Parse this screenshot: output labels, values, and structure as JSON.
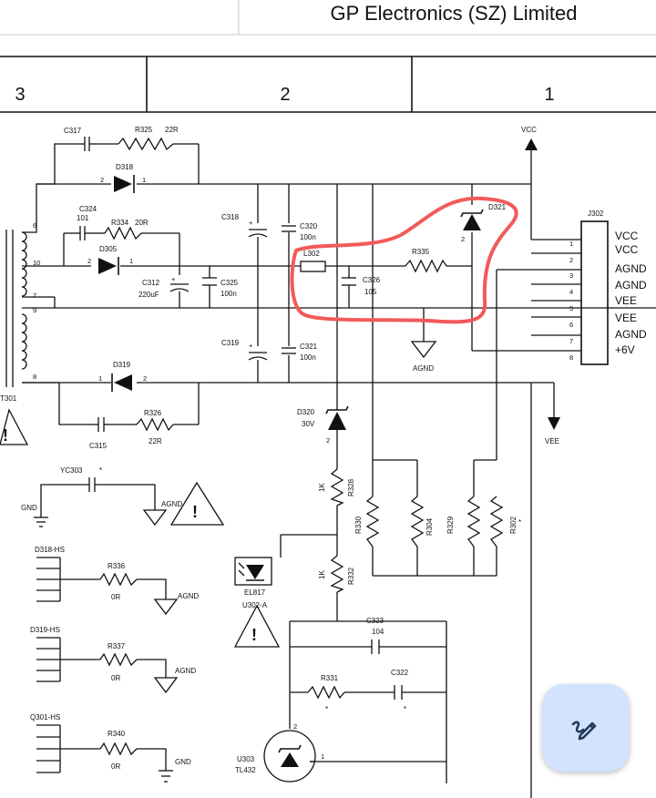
{
  "title_block": {
    "company": "GP Electronics (SZ) Limited"
  },
  "zones": [
    "3",
    "2",
    "1"
  ],
  "connector": {
    "ref": "J302",
    "pins": [
      "1",
      "2",
      "3",
      "4",
      "5",
      "6",
      "7",
      "8"
    ],
    "signals": [
      "VCC",
      "VCC",
      "AGND",
      "AGND",
      "VEE",
      "VEE",
      "AGND",
      "+6V"
    ]
  },
  "nets": {
    "vcc": "VCC",
    "vee": "VEE",
    "agnd": "AGND",
    "gnd": "GND"
  },
  "refs": {
    "c317": "C317",
    "r325": "R325",
    "r325v": "22R",
    "d318": "D318",
    "c324": "C324",
    "c324v": "101",
    "r334": "R334",
    "r334v": "20R",
    "d305": "D305",
    "c312": "C312",
    "c312v": "220uF",
    "c325": "C325",
    "c325v": "100n",
    "c318": "C318",
    "c320": "C320",
    "c320v": "100n",
    "l302": "L302",
    "c326": "C326",
    "c326v": "105",
    "r335": "R335",
    "d321": "D321",
    "c319": "C319",
    "c321": "C321",
    "c321v": "100n",
    "d319": "D319",
    "c315": "C315",
    "r326": "R326",
    "r326v": "22R",
    "d320": "D320",
    "d320v": "30V",
    "r328": "R328",
    "r328v": "1K",
    "r332": "R332",
    "r332v": "1K",
    "r330": "R330",
    "r304": "R304",
    "r329": "R329",
    "r302": "R302",
    "el817": "EL817",
    "u302": "U302-A",
    "c323": "C323",
    "c323v": "104",
    "r331": "R331",
    "c322": "C322",
    "u303": "U303",
    "u303v": "TL432",
    "yc303": "YC303",
    "d318hs": "D318-HS",
    "r336": "R336",
    "r336v": "0R",
    "d319hs": "D319-HS",
    "r337": "R337",
    "r337v": "0R",
    "q301hs": "Q301-HS",
    "r340": "R340",
    "r340v": "0R",
    "t301": "T301"
  },
  "pin_numbers": {
    "t6": "6",
    "t10": "10",
    "t7": "7",
    "t9": "9",
    "t8": "8",
    "d318a": "2",
    "d318k": "1",
    "d305a": "2",
    "d305k": "1",
    "d319a": "1",
    "d319k": "2",
    "d321": "2",
    "d320": "2",
    "u303a": "2",
    "u303b": "1"
  },
  "marks": {
    "star": "*",
    "warning": "!"
  },
  "highlight": {
    "color": "#f25a5a"
  },
  "fab": {
    "icon": "pen-edit-icon",
    "bg": "#d3e3fd"
  }
}
